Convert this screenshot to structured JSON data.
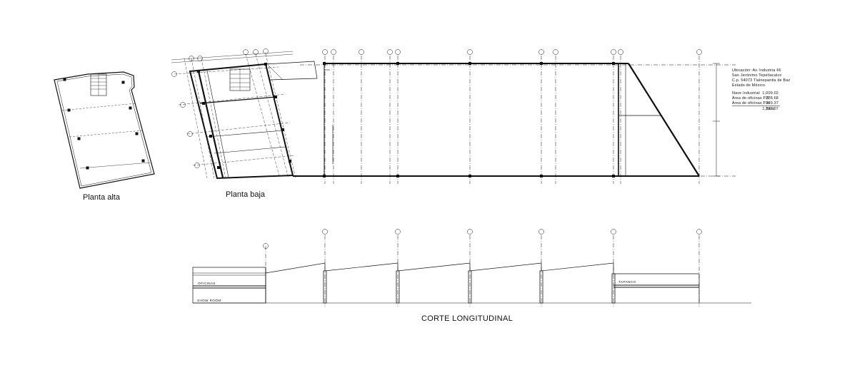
{
  "labels": {
    "planta_alta": "Planta alta",
    "planta_baja": "Planta baja",
    "corte": "CORTE LONGITUDINAL",
    "oficinas": "OFICINAS",
    "show_room": "SHOW ROOM",
    "tapanco": "TAPANCO"
  },
  "info": {
    "address_lines": [
      "Ubicación: Av. Industria 66",
      "San Jerónimo Tepetlacalco",
      "C.p. 54073 Tlalnepantla de Baz",
      "Estado de México."
    ],
    "areas": [
      {
        "label": "Nave Industrial",
        "value": "1,009.02"
      },
      {
        "label": "Área de oficinas P.B.",
        "value": "178.68"
      },
      {
        "label": "Área de oficinas P.A.",
        "value": "149.37"
      }
    ],
    "total_label": "Total",
    "total_value": "1,337.07"
  },
  "colors": {
    "line": "#111111",
    "paper": "#ffffff"
  }
}
